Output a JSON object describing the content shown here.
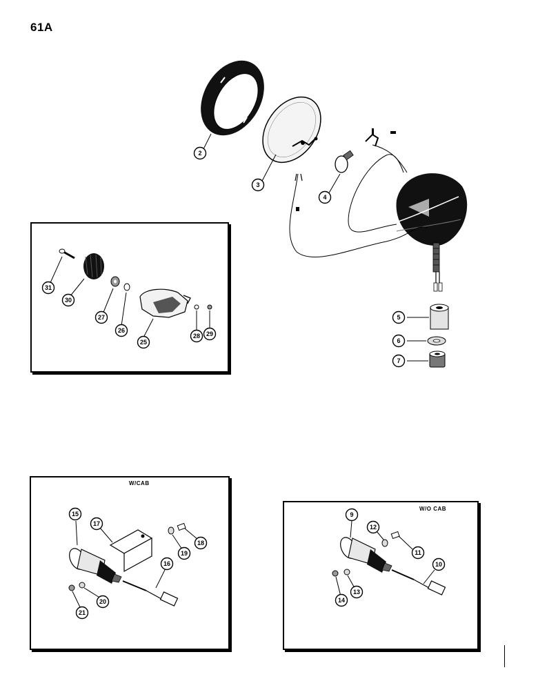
{
  "page": {
    "number": "61A"
  },
  "insets": {
    "with_cab": "W/CAB",
    "without_cab": "W/O CAB"
  },
  "callouts": {
    "c2": "2",
    "c3": "3",
    "c4": "4",
    "c5": "5",
    "c6": "6",
    "c7": "7",
    "c9": "9",
    "c10": "10",
    "c11": "11",
    "c12": "12",
    "c13": "13",
    "c14": "14",
    "c15": "15",
    "c16": "16",
    "c17": "17",
    "c18": "18",
    "c19": "19",
    "c20": "20",
    "c21": "21",
    "c25": "25",
    "c26": "26",
    "c27": "27",
    "c28": "28",
    "c29": "29",
    "c30": "30",
    "c31": "31"
  }
}
